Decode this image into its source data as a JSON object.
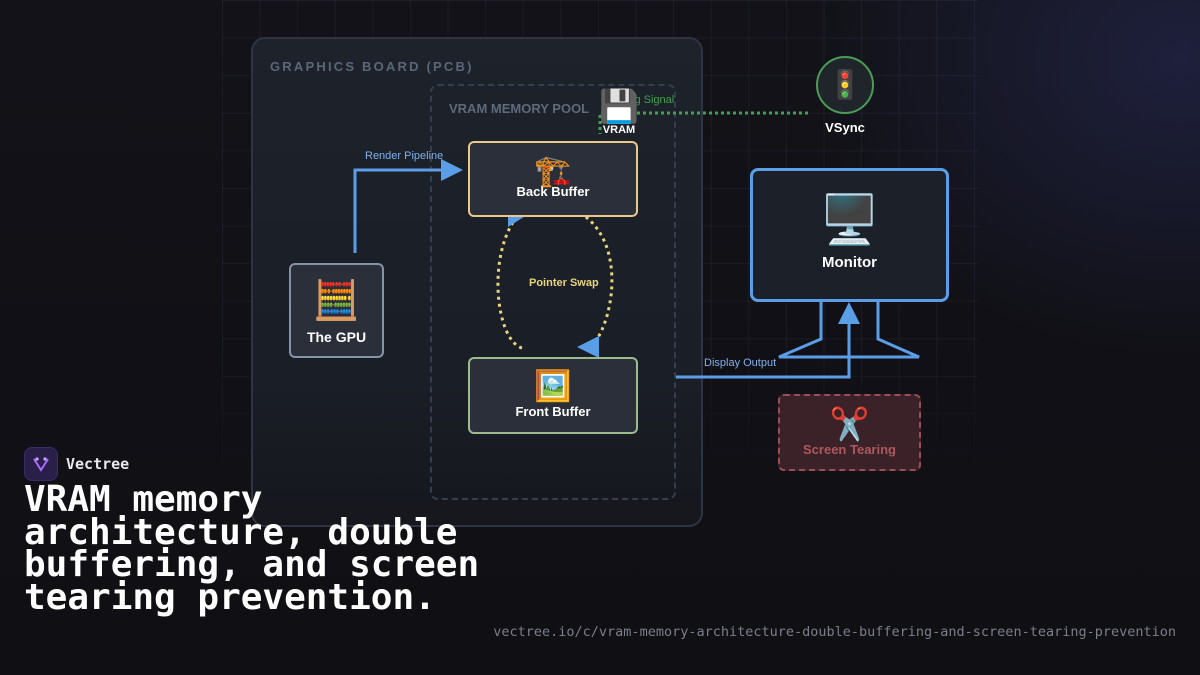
{
  "diagram": {
    "board_title": "GRAPHICS BOARD (PCB)",
    "vram_pool_label": "VRAM MEMORY POOL",
    "nodes": {
      "gpu": {
        "label": "The GPU",
        "icon": "abacus-icon",
        "glyph": "🧮"
      },
      "back_buffer": {
        "label": "Back Buffer",
        "icon": "construction-crane-icon",
        "glyph": "🏗️"
      },
      "front_buffer": {
        "label": "Front Buffer",
        "icon": "framed-picture-icon",
        "glyph": "🖼️"
      },
      "monitor": {
        "label": "Monitor",
        "icon": "desktop-computer-icon",
        "glyph": "🖥️"
      },
      "vsync": {
        "label": "VSync",
        "icon": "traffic-light-icon",
        "glyph": "🚦"
      },
      "vram": {
        "label": "VRAM",
        "icon": "floppy-disk-icon",
        "glyph": "💾"
      },
      "screen_tearing": {
        "label": "Screen Tearing",
        "icon": "scissors-icon",
        "glyph": "✂️"
      }
    },
    "edges": {
      "render_pipeline": "Render Pipeline",
      "pointer_swap": "Pointer Swap",
      "display_output": "Display Output",
      "timing_signal": "Timing Signal"
    },
    "colors": {
      "blue_wire": "#5b9ee8",
      "swap_loop": "#e8d47a",
      "timing_signal": "#3fa34d",
      "tearing": "#b0575f"
    }
  },
  "footer": {
    "brand": "Vectree",
    "headline": "VRAM memory architecture, double buffering, and screen tearing prevention.",
    "url": "vectree.io/c/vram-memory-architecture-double-buffering-and-screen-tearing-prevention"
  }
}
